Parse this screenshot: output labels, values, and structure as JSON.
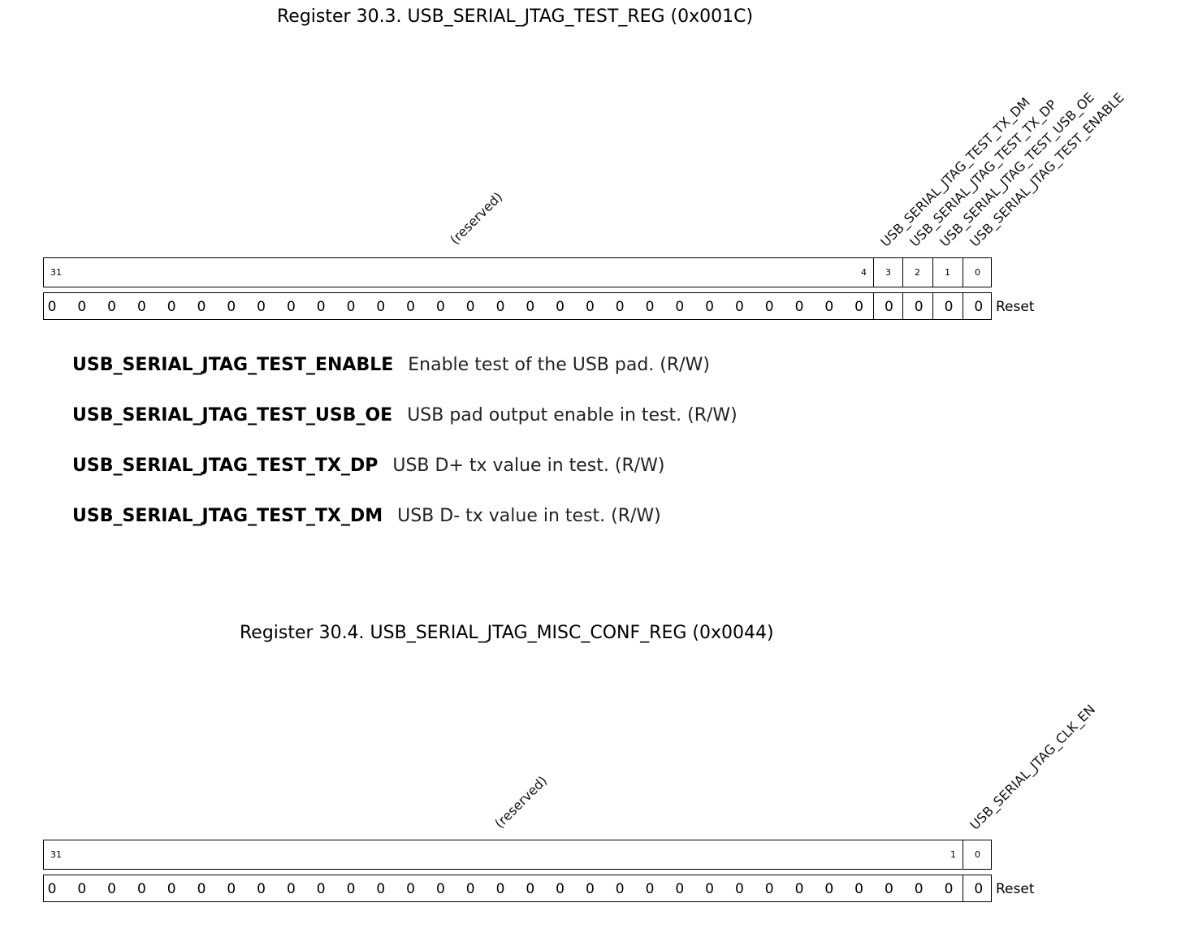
{
  "registers": [
    {
      "title": "Register 30.3. USB_SERIAL_JTAG_TEST_REG (0x001C)",
      "reserved_label": "(reserved)",
      "bit_labels": {
        "b31": "31",
        "b4": "4",
        "b3": "3",
        "b2": "2",
        "b1": "1",
        "b0": "0"
      },
      "field_labels": [
        "USB_SERIAL_JTAG_TEST_TX_DM",
        "USB_SERIAL_JTAG_TEST_TX_DP",
        "USB_SERIAL_JTAG_TEST_USB_OE",
        "USB_SERIAL_JTAG_TEST_ENABLE"
      ],
      "reset_values": [
        "0",
        "0",
        "0",
        "0",
        "0",
        "0",
        "0",
        "0",
        "0",
        "0",
        "0",
        "0",
        "0",
        "0",
        "0",
        "0",
        "0",
        "0",
        "0",
        "0",
        "0",
        "0",
        "0",
        "0",
        "0",
        "0",
        "0",
        "0",
        "0",
        "0",
        "0",
        "0"
      ],
      "reset_label": "Reset",
      "fields": [
        {
          "name": "USB_SERIAL_JTAG_TEST_ENABLE",
          "desc": "Enable test of the USB pad. (R/W)"
        },
        {
          "name": "USB_SERIAL_JTAG_TEST_USB_OE",
          "desc": "USB pad output enable in test. (R/W)"
        },
        {
          "name": "USB_SERIAL_JTAG_TEST_TX_DP",
          "desc": "USB D+ tx value in test. (R/W)"
        },
        {
          "name": "USB_SERIAL_JTAG_TEST_TX_DM",
          "desc": "USB D- tx value in test. (R/W)"
        }
      ]
    },
    {
      "title": "Register 30.4. USB_SERIAL_JTAG_MISC_CONF_REG (0x0044)",
      "reserved_label": "(reserved)",
      "bit_labels": {
        "b31": "31",
        "b1": "1",
        "b0": "0"
      },
      "field_labels": [
        "USB_SERIAL_JTAG_CLK_EN"
      ],
      "reset_values": [
        "0",
        "0",
        "0",
        "0",
        "0",
        "0",
        "0",
        "0",
        "0",
        "0",
        "0",
        "0",
        "0",
        "0",
        "0",
        "0",
        "0",
        "0",
        "0",
        "0",
        "0",
        "0",
        "0",
        "0",
        "0",
        "0",
        "0",
        "0",
        "0",
        "0",
        "0",
        "0"
      ],
      "reset_label": "Reset"
    }
  ]
}
